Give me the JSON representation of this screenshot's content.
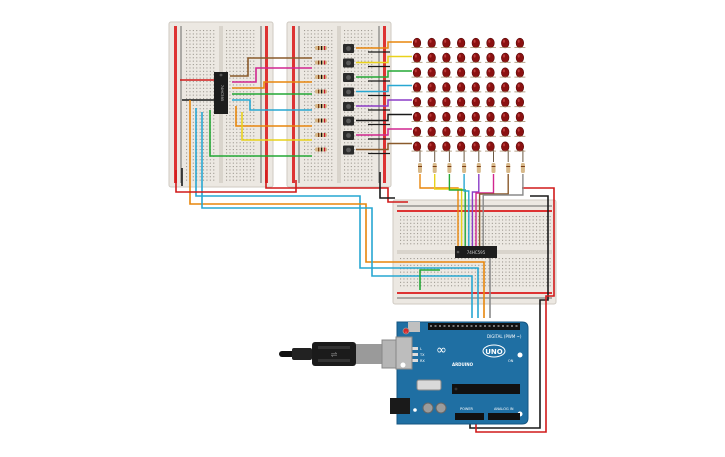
{
  "arduino": {
    "brand": "ARDUINO",
    "model": "UNO",
    "digital_label": "DIGITAL (PWM ~)",
    "power_label": "POWER",
    "analog_label": "ANALOG IN",
    "tx_label": "TX",
    "rx_label": "RX",
    "l_label": "L",
    "on_label": "ON"
  },
  "chips": {
    "left_driver": "74HC595",
    "right_driver": "74HC595"
  },
  "led_matrix": {
    "rows": 8,
    "cols": 8,
    "led_color": "#8b1111"
  },
  "colors": {
    "wire_red": "#d11a1a",
    "wire_black": "#1a1a1a",
    "wire_orange": "#e8860c",
    "wire_cyan": "#27a7d2",
    "wire_green": "#23a835",
    "wire_yellow": "#e9d21b",
    "wire_purple": "#8b3cc7",
    "wire_magenta": "#d1268f",
    "wire_brown": "#8a5a2b",
    "wire_gray": "#8a8a8a",
    "board_blue": "#1f6fa3",
    "breadboard": "#ece8e2"
  }
}
